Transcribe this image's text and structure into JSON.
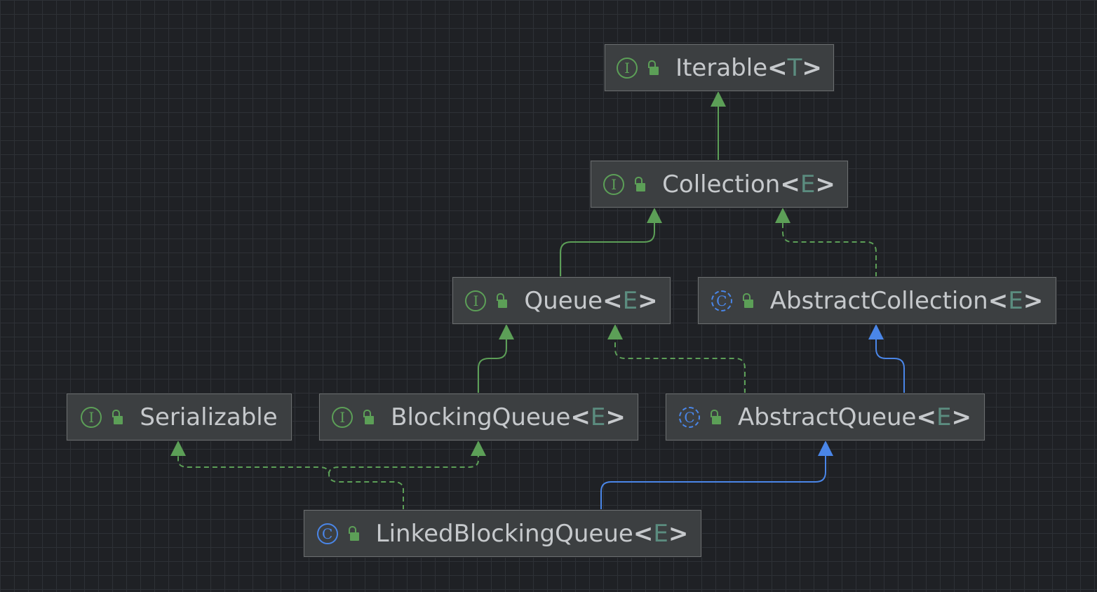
{
  "colors": {
    "background": "#1f2125",
    "grid": "#2e3136",
    "node_fill": "#3c3f41",
    "node_border": "#6b6e70",
    "text": "#c6c9cc",
    "type_param": "#5b8c7f",
    "interface_accent": "#5c9f57",
    "class_accent": "#4a86e8",
    "extends_edge": "#5c9f57",
    "implements_edge": "#5c9f57",
    "class_extends_edge": "#4a86e8"
  },
  "nodes": [
    {
      "id": "iterable",
      "kind": "interface",
      "kind_letter": "I",
      "name": "Iterable",
      "type_param": "T",
      "lock_icon": "unlocked-padlock-icon"
    },
    {
      "id": "collection",
      "kind": "interface",
      "kind_letter": "I",
      "name": "Collection",
      "type_param": "E",
      "lock_icon": "unlocked-padlock-icon"
    },
    {
      "id": "queue",
      "kind": "interface",
      "kind_letter": "I",
      "name": "Queue",
      "type_param": "E",
      "lock_icon": "unlocked-padlock-icon"
    },
    {
      "id": "abstract_collection",
      "kind": "abstract-class",
      "kind_letter": "C",
      "name": "AbstractCollection",
      "type_param": "E",
      "lock_icon": "unlocked-padlock-icon"
    },
    {
      "id": "serializable",
      "kind": "interface",
      "kind_letter": "I",
      "name": "Serializable",
      "type_param": "",
      "lock_icon": "unlocked-padlock-icon"
    },
    {
      "id": "blocking_queue",
      "kind": "interface",
      "kind_letter": "I",
      "name": "BlockingQueue",
      "type_param": "E",
      "lock_icon": "unlocked-padlock-icon"
    },
    {
      "id": "abstract_queue",
      "kind": "abstract-class",
      "kind_letter": "C",
      "name": "AbstractQueue",
      "type_param": "E",
      "lock_icon": "unlocked-padlock-icon"
    },
    {
      "id": "linked_blocking_queue",
      "kind": "class",
      "kind_letter": "C",
      "name": "LinkedBlockingQueue",
      "type_param": "E",
      "lock_icon": "unlocked-padlock-icon"
    }
  ],
  "edges": [
    {
      "from": "collection",
      "to": "iterable",
      "relation": "extends"
    },
    {
      "from": "queue",
      "to": "collection",
      "relation": "extends"
    },
    {
      "from": "abstract_collection",
      "to": "collection",
      "relation": "implements"
    },
    {
      "from": "blocking_queue",
      "to": "queue",
      "relation": "extends"
    },
    {
      "from": "abstract_queue",
      "to": "queue",
      "relation": "implements"
    },
    {
      "from": "abstract_queue",
      "to": "abstract_collection",
      "relation": "class-extends"
    },
    {
      "from": "linked_blocking_queue",
      "to": "serializable",
      "relation": "implements"
    },
    {
      "from": "linked_blocking_queue",
      "to": "blocking_queue",
      "relation": "implements"
    },
    {
      "from": "linked_blocking_queue",
      "to": "abstract_queue",
      "relation": "class-extends"
    }
  ]
}
